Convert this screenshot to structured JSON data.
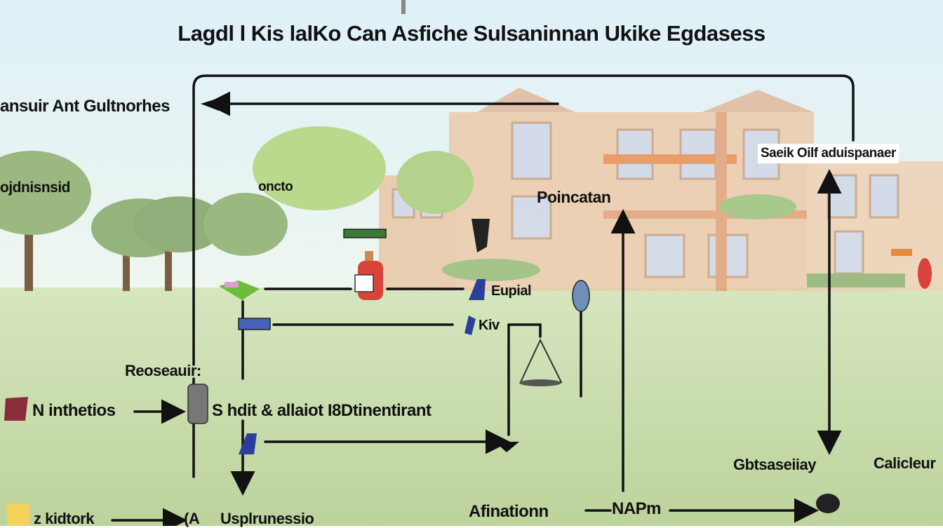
{
  "title": "Lagdl l Kis lalKo Can Asfiche Sulsaninnan Ukike Egdasess",
  "labels": {
    "top_left": "ansuir Ant Gultnorhes",
    "left_upper": "ojdnisnsid",
    "center_small": "oncto",
    "center_big": "Poincatan",
    "top_right": "Saeik Oilf aduispanaer",
    "mid_row1": "Eupial",
    "mid_row2": "Kiv",
    "left_mid": "Reoseauir:",
    "left_row": "N inthetios",
    "center_row": "S hdit & allaiot I8Dtinentirant",
    "right_low": "Gbtsaseiiay",
    "right_edge": "Calicleur",
    "bottom_left": "z kidtork",
    "bottom_center": "Usplrunessio",
    "bottom_center_prefix": "(A",
    "bottom_right": "Afinationn",
    "bottom_right2": "NAPm"
  },
  "colors": {
    "sky_top": "#dff0f8",
    "grass": "#c9dcae",
    "building": "#e9c9a8",
    "arrow": "#111111",
    "tree": "#8fb07a",
    "accent_blue": "#2a3f9c",
    "accent_red": "#d9443a"
  }
}
